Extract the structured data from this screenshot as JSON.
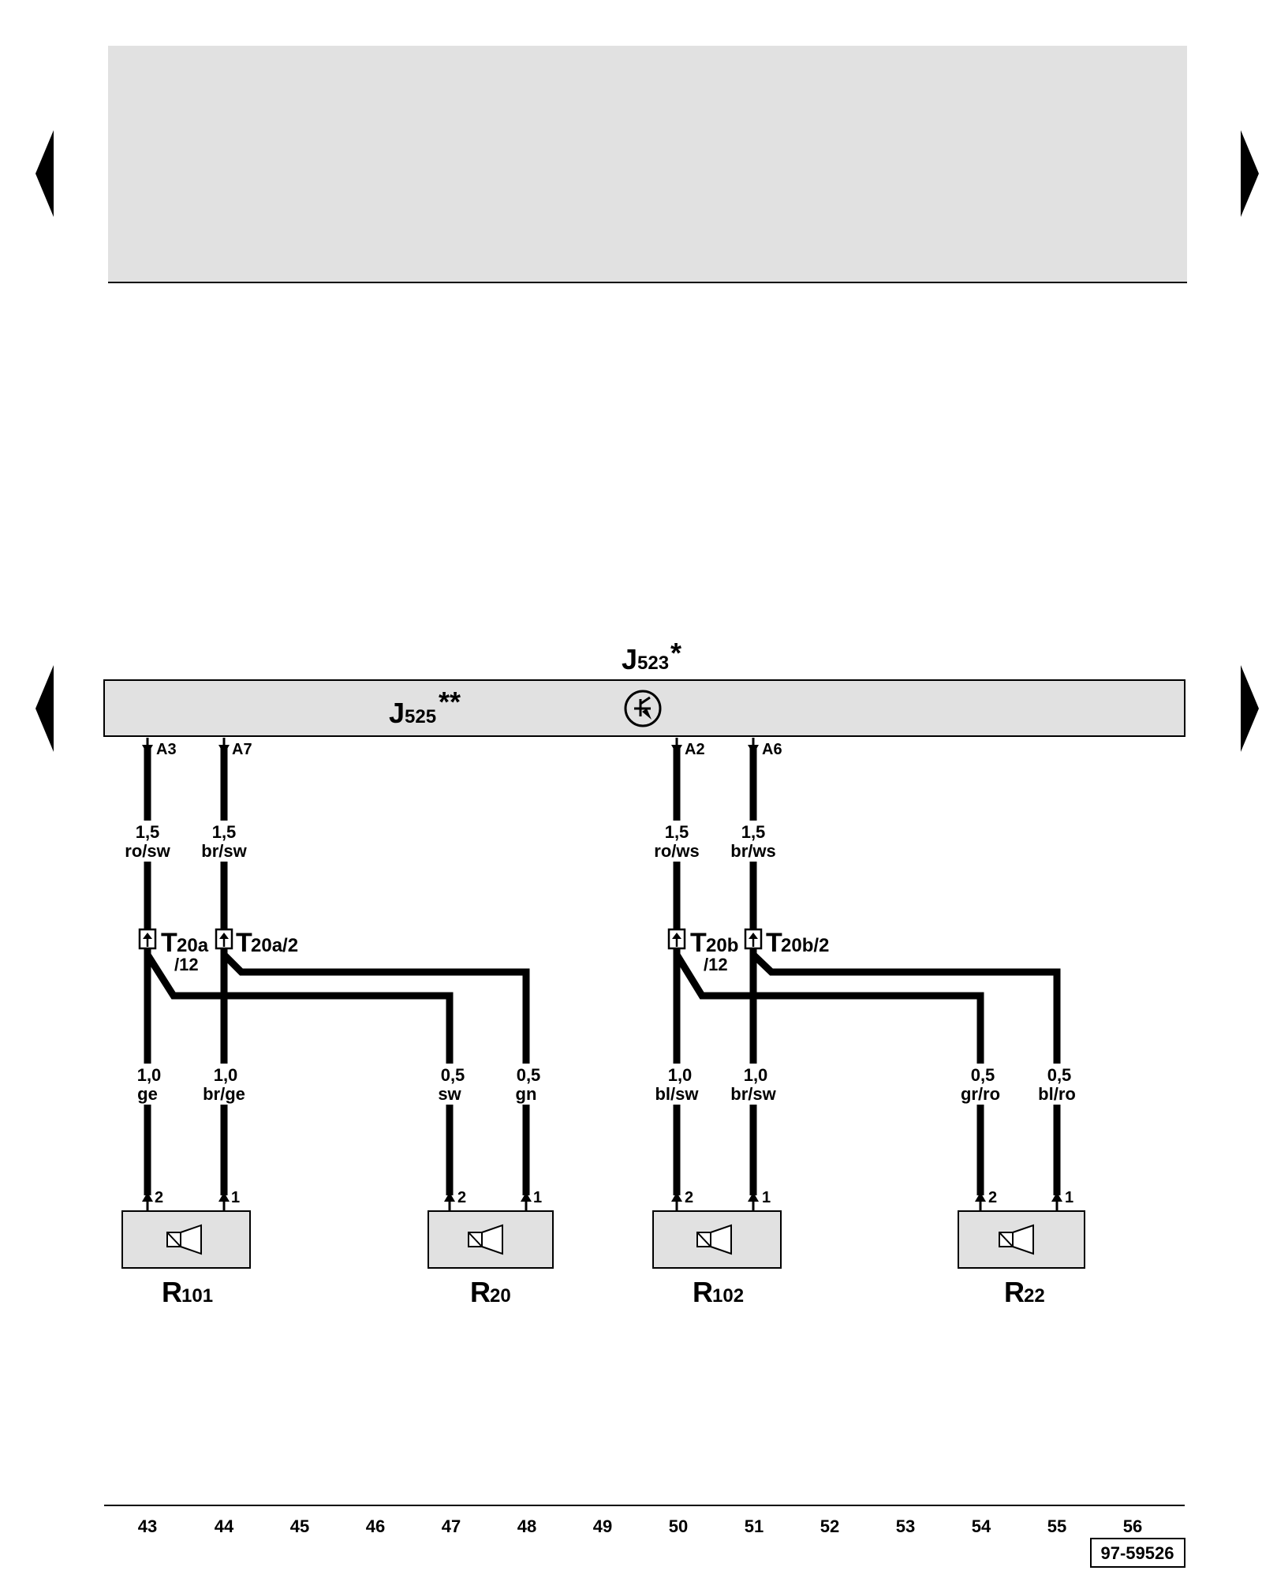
{
  "page": {
    "code": "97-59526"
  },
  "nav": {
    "arrow_left": "triangle-left",
    "arrow_right": "triangle-right"
  },
  "module": {
    "label_upper": "J",
    "label_upper_sub": "523",
    "label_upper_mark": "*",
    "label_lower": "J",
    "label_lower_sub": "525",
    "label_lower_mark": "**",
    "symbol": "amplifier-icon"
  },
  "outputs": [
    "A3",
    "A7",
    "A2",
    "A6"
  ],
  "upper_wires": [
    {
      "size": "1,5",
      "color": "ro/sw"
    },
    {
      "size": "1,5",
      "color": "br/sw"
    },
    {
      "size": "1,5",
      "color": "ro/ws"
    },
    {
      "size": "1,5",
      "color": "br/ws"
    }
  ],
  "connectors": [
    {
      "main": "T",
      "sub": "20a",
      "sub2": "/12"
    },
    {
      "main": "T",
      "sub": "20a/2"
    },
    {
      "main": "T",
      "sub": "20b",
      "sub2": "/12"
    },
    {
      "main": "T",
      "sub": "20b/2"
    }
  ],
  "lower_wires": [
    {
      "size": "1,0",
      "color": "ge"
    },
    {
      "size": "1,0",
      "color": "br/ge"
    },
    {
      "size": "0,5",
      "color": "sw"
    },
    {
      "size": "0,5",
      "color": "gn"
    },
    {
      "size": "1,0",
      "color": "bl/sw"
    },
    {
      "size": "1,0",
      "color": "br/sw"
    },
    {
      "size": "0,5",
      "color": "gr/ro"
    },
    {
      "size": "0,5",
      "color": "bl/ro"
    }
  ],
  "speaker_pins": [
    "2",
    "1",
    "2",
    "1",
    "2",
    "1",
    "2",
    "1"
  ],
  "speakers": [
    {
      "name": "R",
      "sub": "101",
      "icon": "speaker-icon"
    },
    {
      "name": "R",
      "sub": "20",
      "icon": "speaker-icon"
    },
    {
      "name": "R",
      "sub": "102",
      "icon": "speaker-icon"
    },
    {
      "name": "R",
      "sub": "22",
      "icon": "speaker-icon"
    }
  ],
  "track_numbers": [
    "43",
    "44",
    "45",
    "46",
    "47",
    "48",
    "49",
    "50",
    "51",
    "52",
    "53",
    "54",
    "55",
    "56"
  ],
  "colors": {
    "panel": "#e1e1e1",
    "line": "#000000"
  }
}
